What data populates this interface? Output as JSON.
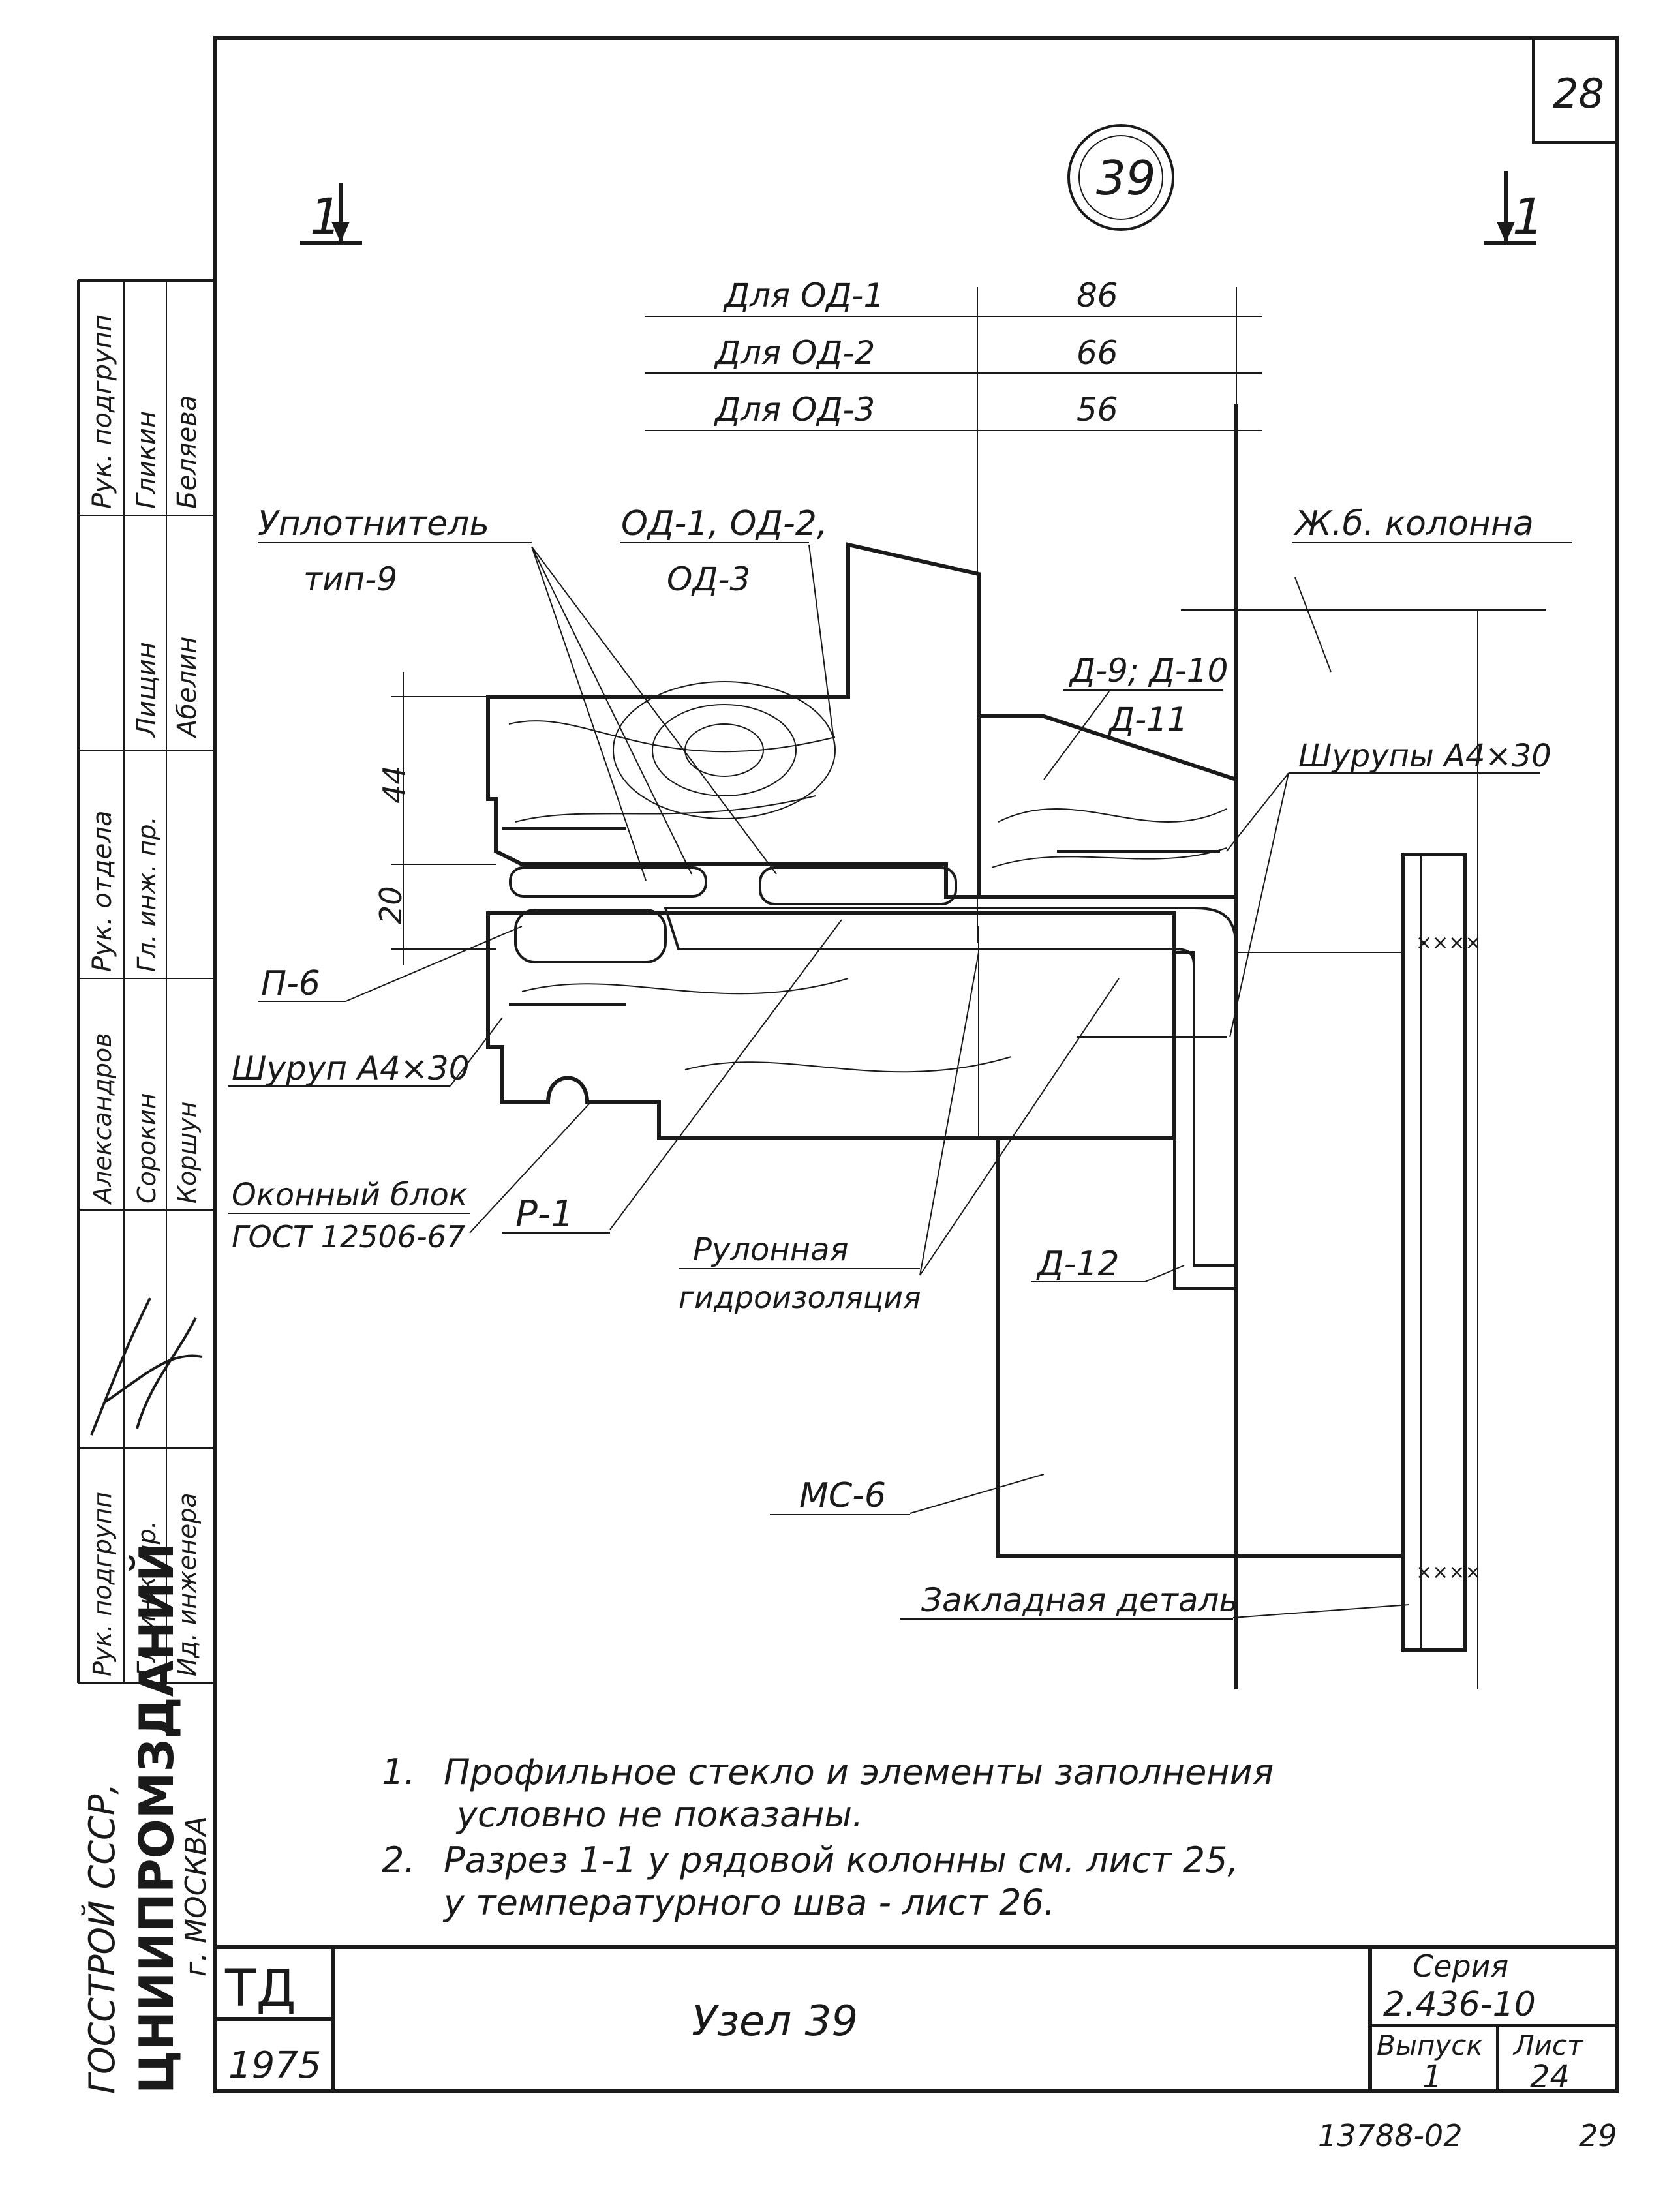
{
  "sheet_number": "28",
  "node_marker": "39",
  "section_mark_left": "1",
  "section_mark_right": "1",
  "dimension_table": {
    "rows": [
      {
        "label": "Для ОД-1",
        "value": "86"
      },
      {
        "label": "Для ОД-2",
        "value": "66"
      },
      {
        "label": "Для ОД-3",
        "value": "56"
      }
    ]
  },
  "dimensions": {
    "upper": "44",
    "lower": "20"
  },
  "callouts": {
    "seal_line1": "Уплотнитель",
    "seal_line2": "тип-9",
    "od_line1": "ОД-1, ОД-2,",
    "od_line2": "ОД-3",
    "column": "Ж.б. колонна",
    "d9_line1": "Д-9; Д-10",
    "d9_line2": "Д-11",
    "screws": "Шурупы А4×30",
    "p6": "П-6",
    "screw": "Шуруп А4×30",
    "window_line1": "Оконный блок",
    "window_line2": "ГОСТ 12506-67",
    "r1": "Р-1",
    "roll_line1": "Рулонная",
    "roll_line2": "гидроизоляция",
    "d12": "Д-12",
    "mc6": "МС-6",
    "embed": "Закладная деталь"
  },
  "notes": {
    "n1_num": "1.",
    "n1_line1": "Профильное   стекло   и элементы  заполнения",
    "n1_line2": "условно    не  показаны.",
    "n2_num": "2.",
    "n2_line1": "Разрез    1-1   у  рядовой   колонны   см. лист  25,",
    "n2_line2": "у  температурного     шва  -  лист  26."
  },
  "left_stamp": {
    "org_line1": "ГОССТРОЙ СССР,",
    "org_line2": "ЦНИИПРОМЗДАНИЙ",
    "org_line3": "г. МОСКВА",
    "rows": [
      {
        "role": "Рук. подгрупп",
        "name": "Гликин"
      },
      {
        "role": "Гл. инж. пр.",
        "name": "Беляева"
      },
      {
        "role": "Рук. отдела",
        "name": "Лищин"
      },
      {
        "role": "Гл. инж. пр.",
        "name": "Абелин"
      },
      {
        "role": "Александров",
        "name": "Сорокин"
      },
      {
        "role": "",
        "name": "Коршун"
      },
      {
        "role": "Рук. подгрупп",
        "name": ""
      },
      {
        "role": "Гл. инж. пр.",
        "name": ""
      },
      {
        "role": "Ид. инженера",
        "name": ""
      }
    ]
  },
  "title_block": {
    "org_short": "ТД",
    "year": "1975",
    "title": "Узел 39",
    "series_label": "Серия",
    "series_value": "2.436-10",
    "issue_label": "Выпуск",
    "issue_value": "1",
    "sheet_label": "Лист",
    "sheet_value": "24"
  },
  "footer": {
    "doc_number": "13788-02",
    "page": "29"
  }
}
